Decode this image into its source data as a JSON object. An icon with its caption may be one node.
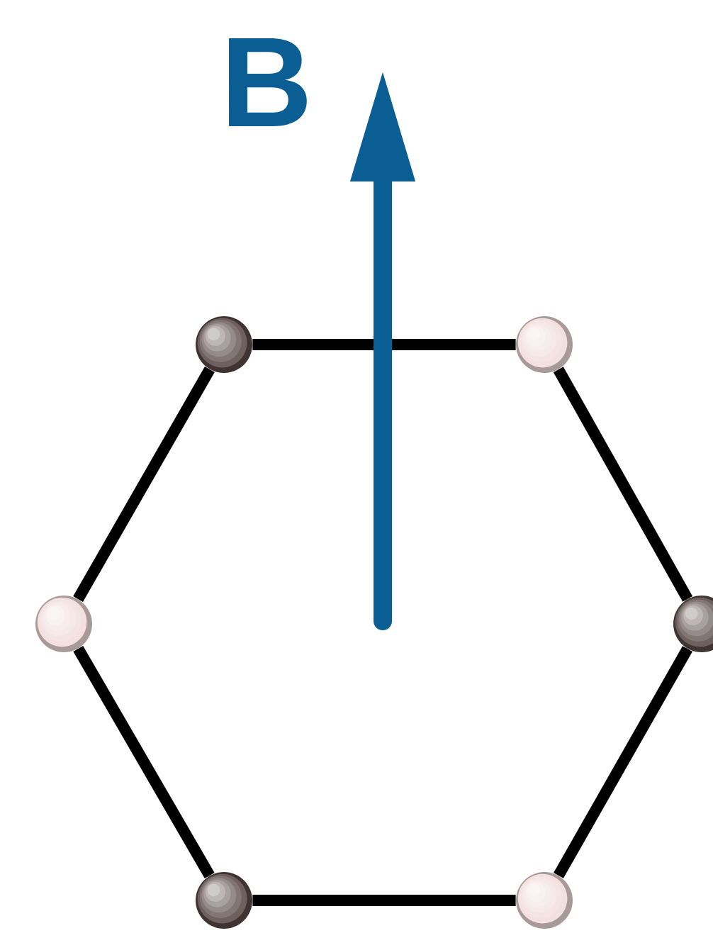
{
  "diagram": {
    "nodes": [
      {
        "text": [],
        "shape": "circle"
      },
      {
        "text": [],
        "shape": "circle"
      },
      {
        "text": [],
        "shape": "circle"
      },
      {
        "text": [],
        "shape": "circle"
      },
      {
        "text": [],
        "shape": "circle"
      },
      {
        "text": [],
        "shape": "circle"
      }
    ],
    "edges": [
      {
        "from": 0,
        "to": 1,
        "arrow": "none"
      },
      {
        "from": 1,
        "to": 3,
        "arrow": "none"
      },
      {
        "from": 3,
        "to": 5,
        "arrow": "none"
      },
      {
        "from": 5,
        "to": 4,
        "arrow": "none"
      },
      {
        "from": 4,
        "to": 2,
        "arrow": "none"
      },
      {
        "from": 2,
        "to": 0,
        "arrow": "none"
      }
    ],
    "labels": [
      "B"
    ]
  }
}
